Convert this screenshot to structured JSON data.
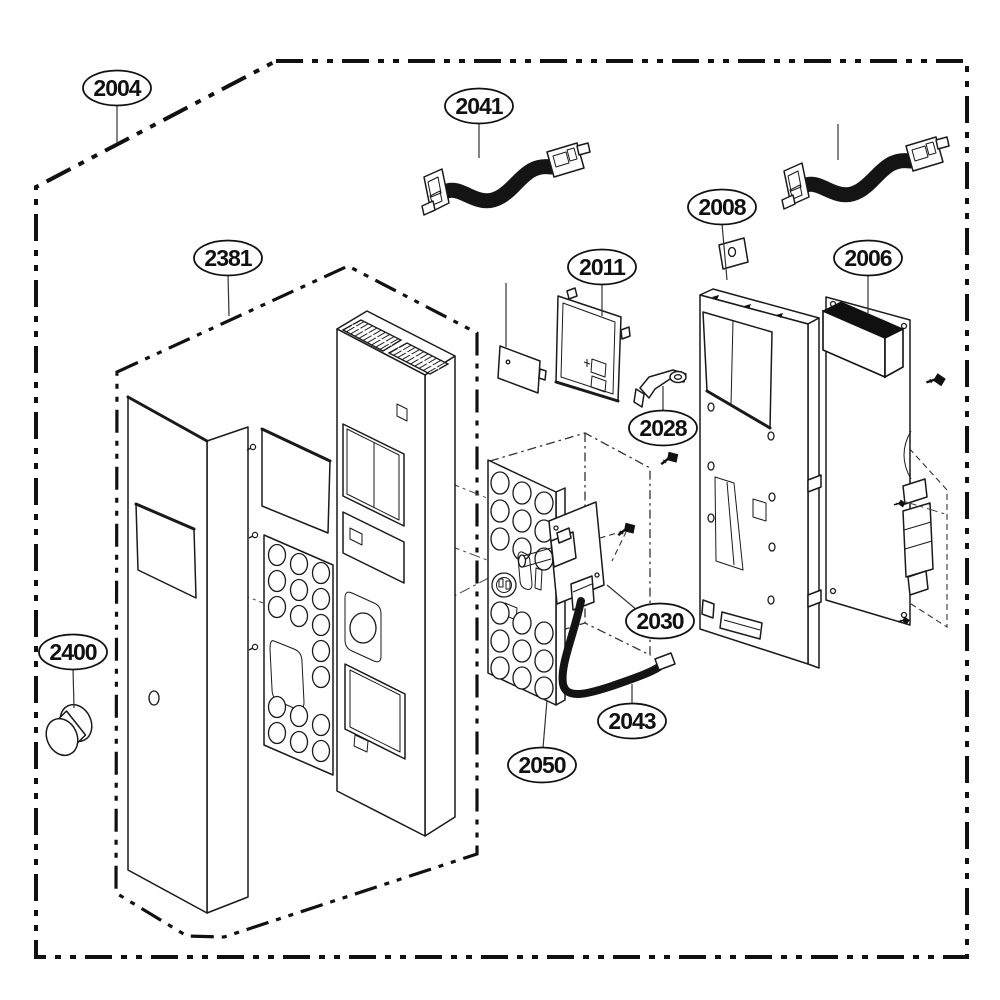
{
  "diagram": {
    "type": "exploded-parts-diagram",
    "background": "#ffffff",
    "line_color": "#1a1a1a",
    "cable_color": "#141414",
    "callouts": [
      {
        "part": "2004"
      },
      {
        "part": "2041"
      },
      {
        "part": "2381"
      },
      {
        "part": "2011"
      },
      {
        "part": "2008"
      },
      {
        "part": "2006"
      },
      {
        "part": "2028"
      },
      {
        "part": "2030"
      },
      {
        "part": "2043"
      },
      {
        "part": "2050"
      },
      {
        "part": "2400"
      }
    ]
  }
}
